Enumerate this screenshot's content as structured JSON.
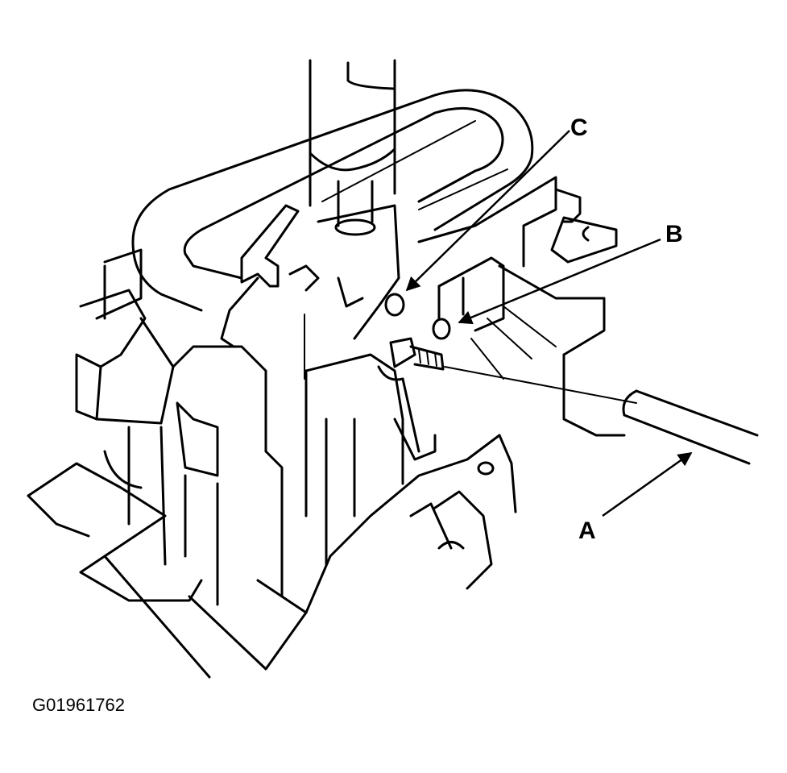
{
  "figure": {
    "id": "G01961762",
    "callouts": [
      {
        "key": "A",
        "label": "A"
      },
      {
        "key": "B",
        "label": "B"
      },
      {
        "key": "C",
        "label": "C"
      }
    ]
  },
  "colors": {
    "line": "#000000",
    "background": "#ffffff"
  }
}
